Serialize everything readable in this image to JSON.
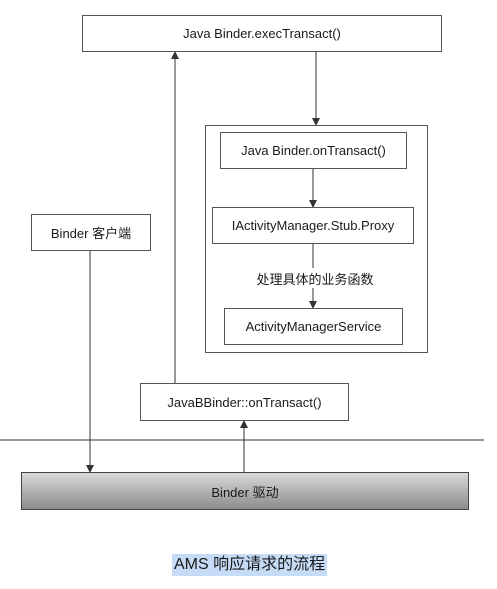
{
  "nodes": {
    "exec_transact": "Java Binder.execTransact()",
    "java_on_transact": "Java Binder.onTransact()",
    "stub_proxy": "IActivityManager.Stub.Proxy",
    "business_label": "处理具体的业务函数",
    "ams": "ActivityManagerService",
    "binder_client": "Binder 客户端",
    "jbbinder_on_transact": "JavaBBinder::onTransact()",
    "binder_driver": "Binder 驱动"
  },
  "caption": "AMS 响应请求的流程",
  "colors": {
    "caption_highlight": "#c6dbf5",
    "line": "#333333"
  }
}
